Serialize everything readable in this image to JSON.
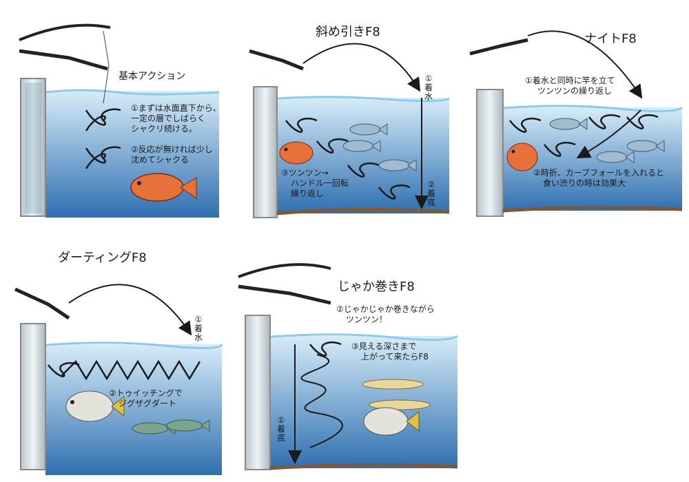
{
  "colors": {
    "water_top": "#cfe6f5",
    "water_bottom": "#2f6fb0",
    "surface_line": "#8ec8ea",
    "wall": "#c9d4da",
    "seabed": "#7a5a3a",
    "rod": "#2a2a2a",
    "fish_red": "#e8703a",
    "fish_blue": "#6b8fa8",
    "fish_yellow": "#e3c23a"
  },
  "panels": {
    "basic": {
      "title": "基本アクション",
      "note1": [
        "①まずは水面直下から、",
        "一定の層でしばらく",
        "シャクリ続ける。"
      ],
      "note2": [
        "②反応が無ければ少し",
        "沈めてシャクる"
      ]
    },
    "diagonal": {
      "title": "斜め引きF8",
      "mark1": [
        "①",
        "着",
        "水"
      ],
      "mark2": [
        "②",
        "着",
        "底"
      ],
      "note3": [
        "③ツンツン→",
        "ハンドル一回転",
        "繰り返し"
      ]
    },
    "night": {
      "title": "ナイトF8",
      "note1": [
        "①着水と同時に竿を立て",
        "ツンツンの繰り返し"
      ],
      "note2": [
        "②時折、カーブフォールを入れると",
        "食い渋りの時は効果大"
      ]
    },
    "darting": {
      "title": "ダーティングF8",
      "mark1": [
        "①",
        "着",
        "水"
      ],
      "note2": [
        "②トゥイッチングで",
        "ジグザグダート"
      ]
    },
    "jaka": {
      "title": "じゃか巻きF8",
      "note2": [
        "②じゃかじゃか巻きながら",
        "ツンツン！"
      ],
      "note3": [
        "③見える深さまで",
        "上がって来たらF8"
      ],
      "mark1": [
        "①",
        "着",
        "底"
      ]
    }
  }
}
